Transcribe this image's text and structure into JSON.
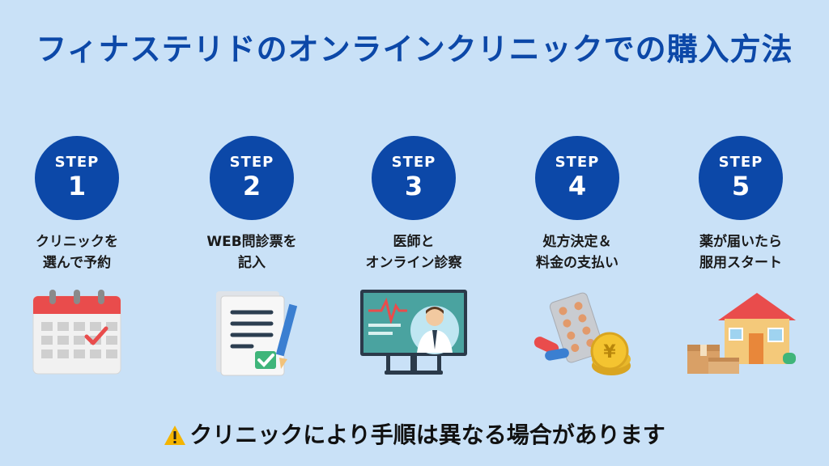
{
  "title": "フィナステリドのオンラインクリニックでの購入方法",
  "steps": [
    {
      "label": "STEP",
      "number": "1",
      "caption_1": "クリニックを",
      "caption_2": "選んで予約",
      "icon": "calendar-icon"
    },
    {
      "label": "STEP",
      "number": "2",
      "caption_1": "WEB問診票を",
      "caption_2": "記入",
      "icon": "questionnaire-icon"
    },
    {
      "label": "STEP",
      "number": "3",
      "caption_1": "医師と",
      "caption_2": "オンライン診察",
      "icon": "online-doctor-icon"
    },
    {
      "label": "STEP",
      "number": "4",
      "caption_1": "処方決定＆",
      "caption_2": "料金の支払い",
      "icon": "pills-coins-icon"
    },
    {
      "label": "STEP",
      "number": "5",
      "caption_1": "薬が届いたら",
      "caption_2": "服用スタート",
      "icon": "house-delivery-icon"
    }
  ],
  "note": "クリニックにより手順は異なる場合があります",
  "colors": {
    "background": "#c9e1f7",
    "accent": "#0c48a8"
  }
}
